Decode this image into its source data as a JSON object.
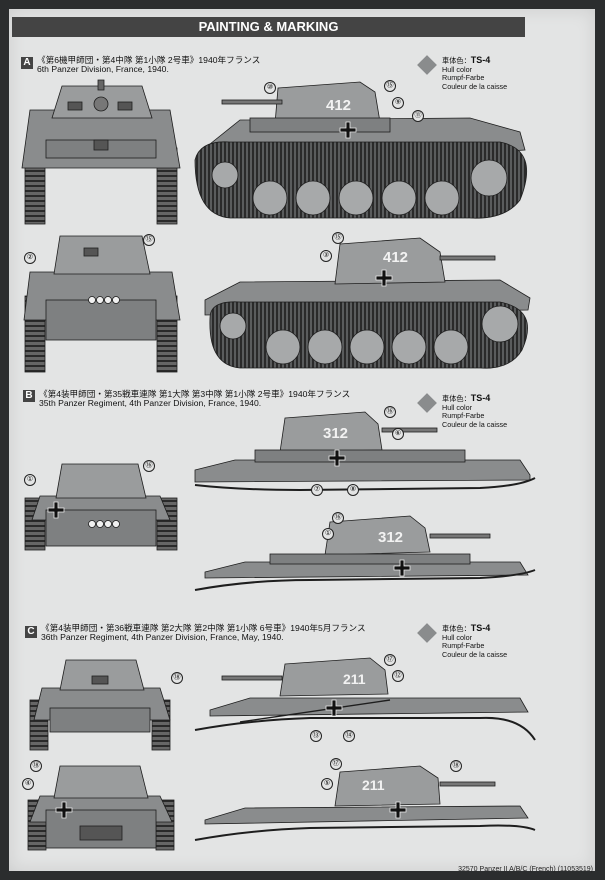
{
  "header": {
    "title": "PAINTING & MARKING"
  },
  "sections": [
    {
      "letter": "A",
      "caption_jp": "《第6機甲師団・第4中隊 第1小隊 2号車》1940年フランス",
      "caption_en": "6th Panzer Division, France, 1940.",
      "turret_number": "412"
    },
    {
      "letter": "B",
      "caption_jp": "《第4装甲師団・第35戦車連隊 第1大隊 第3中隊 第1小隊 2号車》1940年フランス",
      "caption_en": "35th Panzer Regiment, 4th Panzer Division, France, 1940.",
      "turret_number": "312"
    },
    {
      "letter": "C",
      "caption_jp": "《第4装甲師団・第36戦車連隊 第2大隊 第2中隊 第1小隊 6号車》1940年5月フランス",
      "caption_en": "36th Panzer Regiment, 4th Panzer Division, France, May, 1940.",
      "turret_number": "211"
    }
  ],
  "color_key": {
    "jp": "車体色：",
    "code": "TS-4",
    "en": "Hull color",
    "de": "Rumpf-Farbe",
    "fr": "Couleur de la caisse"
  },
  "callouts": {
    "a_front": "⑩",
    "a_15": "⑮",
    "a_9": "⑨",
    "a_11": "⑪",
    "a_rear2": "②",
    "a_rear15": "⑮",
    "a_s15": "⑮",
    "a_s3": "③",
    "b_16": "⑯",
    "b_6": "⑥",
    "b_7": "⑦",
    "b_8": "⑧",
    "b_r1": "①",
    "b_r16": "⑯",
    "b_s16": "⑯",
    "b_s1": "①",
    "c_18": "⑱",
    "c_17": "⑰",
    "c_12": "⑫",
    "c_13": "⑬",
    "c_14": "⑭",
    "c_r18": "⑱",
    "c_r4": "④",
    "c_s17": "⑰",
    "c_s18": "⑱",
    "c_s5": "⑤"
  },
  "colors": {
    "hull": "#8a8c8d",
    "hull_light": "#a7a9aa",
    "line": "#1e1e1e",
    "header": "#444444"
  },
  "footer": "32570  Panzer II A/B/C (French) (11053519)"
}
